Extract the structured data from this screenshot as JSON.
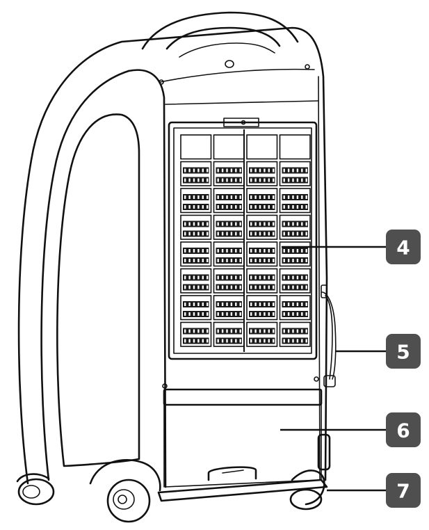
{
  "callouts": [
    {
      "id": "callout-4",
      "label": "4"
    },
    {
      "id": "callout-5",
      "label": "5"
    },
    {
      "id": "callout-6",
      "label": "6"
    },
    {
      "id": "callout-7",
      "label": "7"
    }
  ],
  "colors": {
    "line": "#111111",
    "badge": "#4f4f4f",
    "badge_text": "#ffffff",
    "background": "#ffffff"
  }
}
